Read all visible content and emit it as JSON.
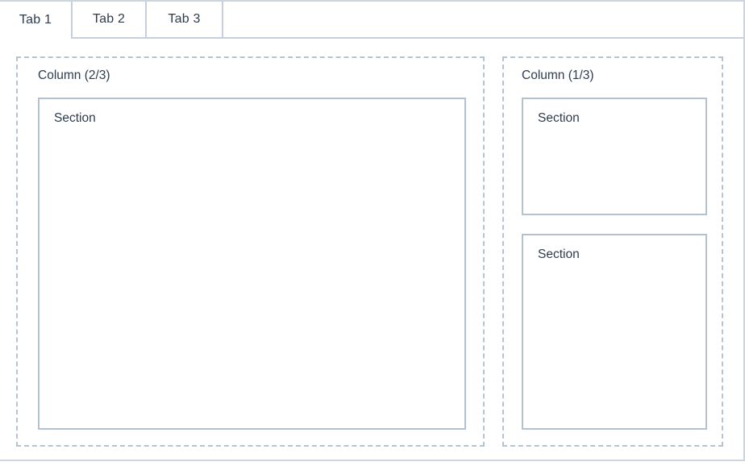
{
  "tabs": [
    {
      "label": "Tab 1",
      "active": true
    },
    {
      "label": "Tab 2",
      "active": false
    },
    {
      "label": "Tab 3",
      "active": false
    }
  ],
  "columns": [
    {
      "label": "Column (2/3)",
      "sections": [
        {
          "label": "Section"
        }
      ]
    },
    {
      "label": "Column (1/3)",
      "sections": [
        {
          "label": "Section"
        },
        {
          "label": "Section"
        }
      ]
    }
  ],
  "colors": {
    "text": "#2d3c4e",
    "tab_border": "#c6cfdb",
    "frame_border": "#ccd4df",
    "column_dashed_border": "#b7c3d1",
    "section_border": "#b3c1d1",
    "background": "#ffffff"
  }
}
